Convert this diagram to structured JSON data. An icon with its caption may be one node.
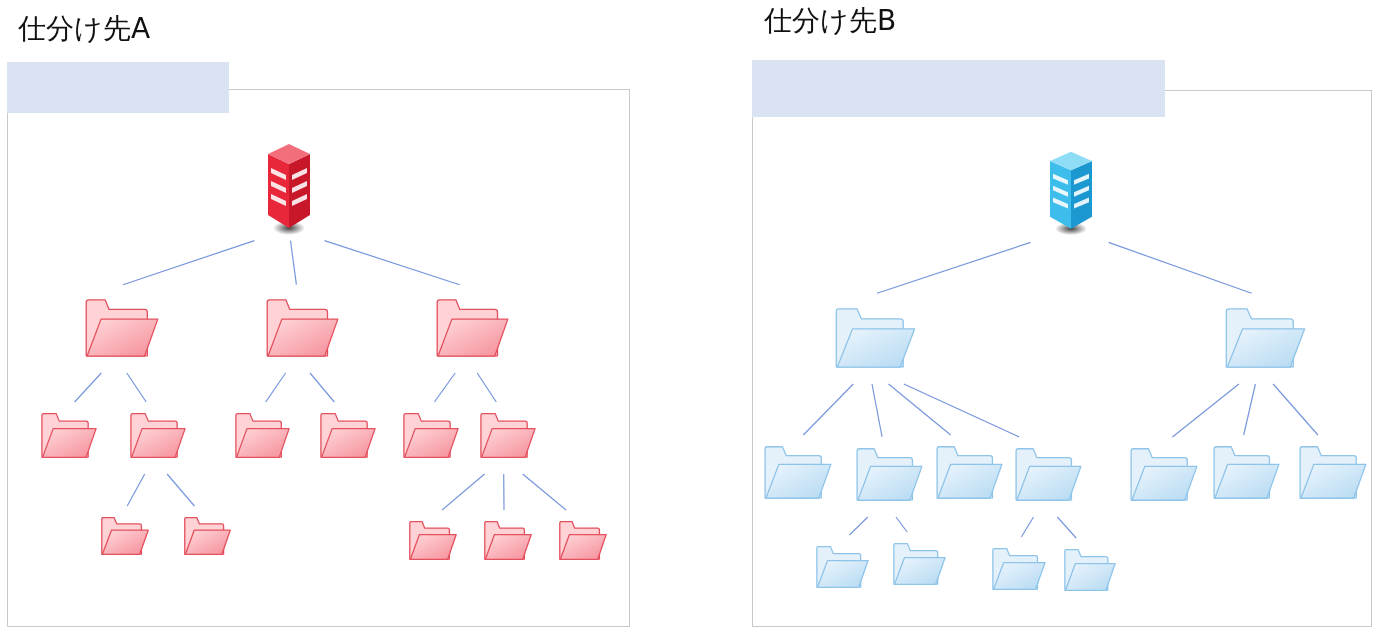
{
  "diagram": {
    "nodes": [
      {
        "text": [
          "仕分け先A"
        ]
      },
      {
        "text": [],
        "shape": "box"
      },
      {
        "text": [],
        "shape": "picture",
        "in": 0
      },
      {
        "text": [],
        "shape": "picture",
        "in": 0
      },
      {
        "text": [],
        "shape": "picture",
        "in": 0
      },
      {
        "text": [],
        "shape": "picture",
        "in": 0
      },
      {
        "text": [],
        "shape": "picture",
        "in": 0
      },
      {
        "text": [],
        "shape": "picture",
        "in": 0
      },
      {
        "text": [],
        "shape": "picture",
        "in": 0
      },
      {
        "text": [],
        "shape": "picture",
        "in": 0
      },
      {
        "text": [],
        "shape": "picture",
        "in": 0
      },
      {
        "text": [],
        "shape": "picture",
        "in": 0
      },
      {
        "text": [],
        "shape": "picture",
        "in": 0
      },
      {
        "text": [],
        "shape": "picture",
        "in": 0
      },
      {
        "text": [],
        "shape": "picture",
        "in": 0
      },
      {
        "text": [],
        "shape": "picture",
        "in": 0
      },
      {
        "text": [],
        "shape": "picture",
        "in": 0
      },
      {
        "text": [
          "仕分け先B"
        ]
      },
      {
        "text": [],
        "shape": "box"
      },
      {
        "text": [],
        "shape": "picture",
        "in": 17
      },
      {
        "text": [],
        "shape": "picture",
        "in": 17
      },
      {
        "text": [],
        "shape": "picture",
        "in": 17
      },
      {
        "text": [],
        "shape": "picture",
        "in": 17
      },
      {
        "text": [],
        "shape": "picture",
        "in": 17
      },
      {
        "text": [],
        "shape": "picture",
        "in": 17
      },
      {
        "text": [],
        "shape": "picture",
        "in": 17
      },
      {
        "text": [],
        "shape": "picture",
        "in": 17
      },
      {
        "text": [],
        "shape": "picture",
        "in": 17
      },
      {
        "text": [],
        "shape": "picture",
        "in": 17
      },
      {
        "text": [],
        "shape": "picture",
        "in": 17
      },
      {
        "text": [],
        "shape": "picture",
        "in": 17
      },
      {
        "text": [],
        "shape": "picture",
        "in": 17
      },
      {
        "text": [],
        "shape": "picture",
        "in": 17
      }
    ],
    "edges": [
      {
        "from": 2,
        "to": 3,
        "arrow": "none"
      },
      {
        "from": 2,
        "to": 4,
        "arrow": "none"
      },
      {
        "from": 2,
        "to": 5,
        "arrow": "none"
      },
      {
        "from": 3,
        "to": 6,
        "arrow": "none"
      },
      {
        "from": 3,
        "to": 7,
        "arrow": "none"
      },
      {
        "from": 4,
        "to": 8,
        "arrow": "none"
      },
      {
        "from": 4,
        "to": 9,
        "arrow": "none"
      },
      {
        "from": 5,
        "to": 10,
        "arrow": "none"
      },
      {
        "from": 5,
        "to": 11,
        "arrow": "none"
      },
      {
        "from": 7,
        "to": 12,
        "arrow": "none"
      },
      {
        "from": 7,
        "to": 13,
        "arrow": "none"
      },
      {
        "from": 11,
        "to": 14,
        "arrow": "none"
      },
      {
        "from": 11,
        "to": 15,
        "arrow": "none"
      },
      {
        "from": 11,
        "to": 16,
        "arrow": "none"
      },
      {
        "from": 19,
        "to": 20,
        "arrow": "none"
      },
      {
        "from": 19,
        "to": 21,
        "arrow": "none"
      },
      {
        "from": 20,
        "to": 22,
        "arrow": "none"
      },
      {
        "from": 20,
        "to": 23,
        "arrow": "none"
      },
      {
        "from": 20,
        "to": 24,
        "arrow": "none"
      },
      {
        "from": 20,
        "to": 25,
        "arrow": "none"
      },
      {
        "from": 21,
        "to": 26,
        "arrow": "none"
      },
      {
        "from": 21,
        "to": 27,
        "arrow": "none"
      },
      {
        "from": 21,
        "to": 28,
        "arrow": "none"
      },
      {
        "from": 23,
        "to": 29,
        "arrow": "none"
      },
      {
        "from": 23,
        "to": 30,
        "arrow": "none"
      },
      {
        "from": 25,
        "to": 31,
        "arrow": "none"
      },
      {
        "from": 25,
        "to": 32,
        "arrow": "none"
      }
    ]
  }
}
